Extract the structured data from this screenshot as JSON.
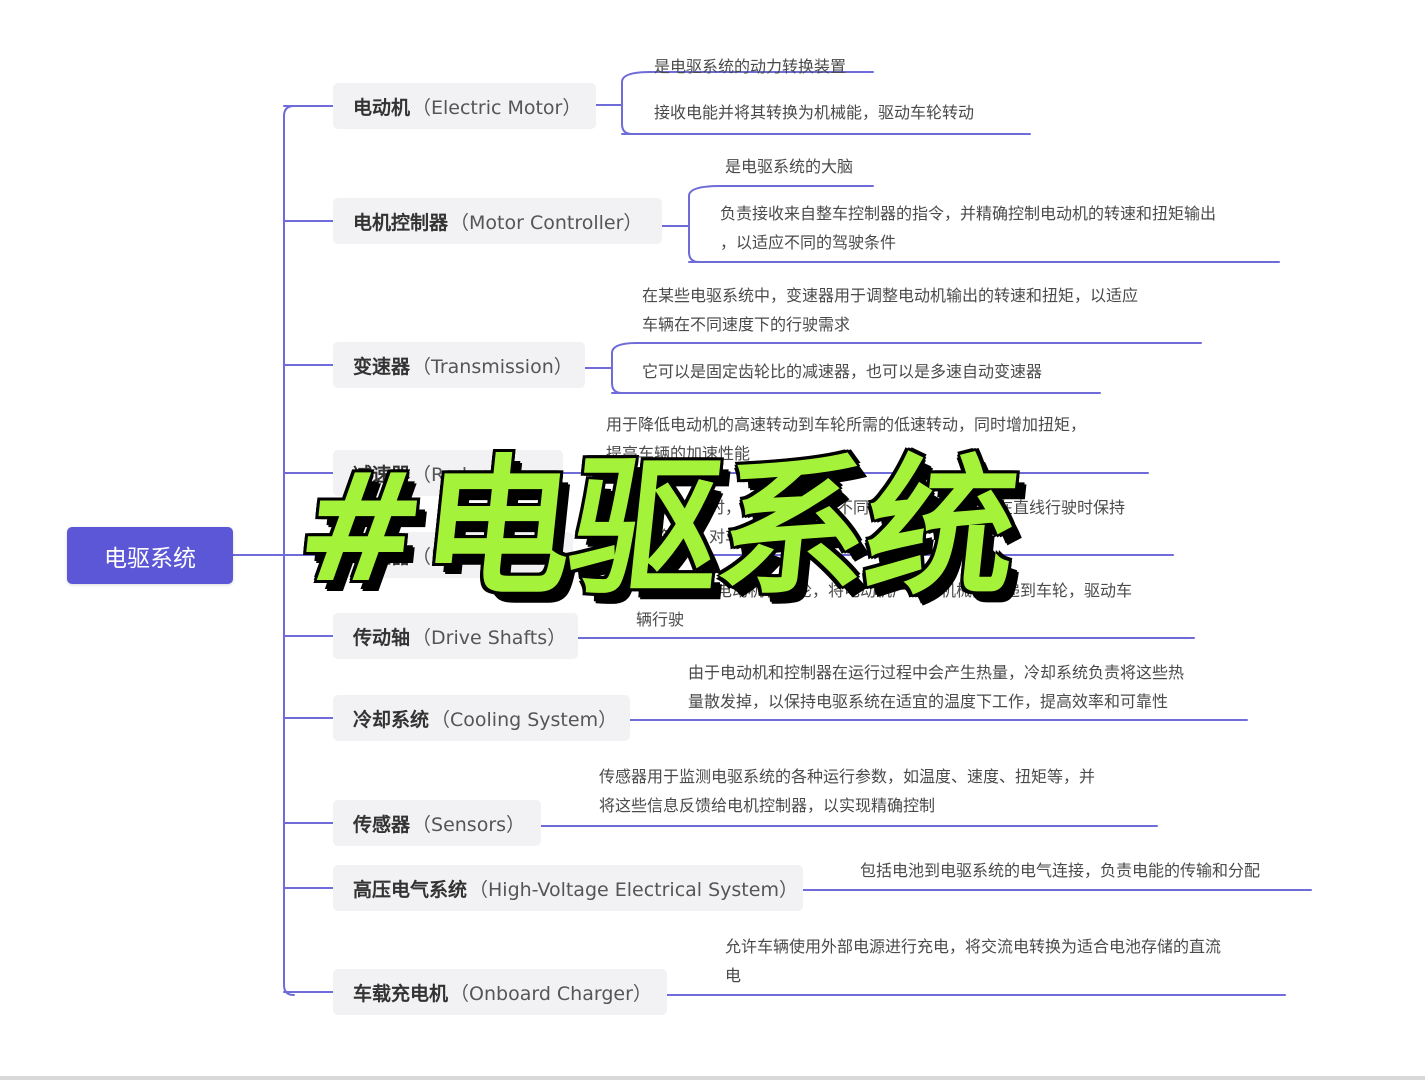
{
  "root": {
    "label": "电驱系统"
  },
  "overlay_title": "#电驱系统",
  "colors": {
    "accent": "#5b57d6",
    "connector": "#6f6bd8",
    "overlay_text": "#a5f23a",
    "node_bg": "#f2f2f4"
  },
  "branches": [
    {
      "zh": "电动机",
      "en": "（Electric Motor）",
      "descriptions": [
        [
          "是电驱系统的动力转换装置"
        ],
        [
          "接收电能并将其转换为机械能，驱动车轮转动"
        ]
      ]
    },
    {
      "zh": "电机控制器",
      "en": "（Motor Controller）",
      "descriptions": [
        [
          "是电驱系统的大脑"
        ],
        [
          "负责接收来自整车控制器的指令，并精确控制电动机的转速和扭矩输出",
          "，以适应不同的驾驶条件"
        ]
      ]
    },
    {
      "zh": "变速器",
      "en": "（Transmission）",
      "descriptions": [
        [
          "在某些电驱系统中，变速器用于调整电动机输出的转速和扭矩，以适应",
          "车辆在不同速度下的行驶需求"
        ],
        [
          "它可以是固定齿轮比的减速器，也可以是多速自动变速器"
        ]
      ]
    },
    {
      "zh": "减速器",
      "en": "（Reducer）",
      "descriptions": [
        [
          "用于降低电动机的高速转动到车轮所需的低速转动，同时增加扭矩，",
          "提高车辆的加速性能"
        ]
      ]
    },
    {
      "zh": "差速器",
      "en": "（Differential）",
      "descriptions": [
        [
          "在车辆转弯时，允许左右轮以不同的速度旋转，同时在直线行驶时保持",
          "两轮等速，对车辆操控至关重要"
        ]
      ]
    },
    {
      "zh": "传动轴",
      "en": "（Drive Shafts）",
      "descriptions": [
        [
          "传动轴连接电动机和车轮，将电动机产生的机械能传递到车轮，驱动车",
          "辆行驶"
        ]
      ]
    },
    {
      "zh": "冷却系统",
      "en": "（Cooling System）",
      "descriptions": [
        [
          "由于电动机和控制器在运行过程中会产生热量，冷却系统负责将这些热",
          "量散发掉，以保持电驱系统在适宜的温度下工作，提高效率和可靠性"
        ]
      ]
    },
    {
      "zh": "传感器",
      "en": "（Sensors）",
      "descriptions": [
        [
          "传感器用于监测电驱系统的各种运行参数，如温度、速度、扭矩等，并",
          "将这些信息反馈给电机控制器，以实现精确控制"
        ]
      ]
    },
    {
      "zh": "高压电气系统",
      "en": "（High-Voltage Electrical System）",
      "descriptions": [
        [
          "包括电池到电驱系统的电气连接，负责电能的传输和分配"
        ]
      ]
    },
    {
      "zh": "车载充电机",
      "en": "（Onboard Charger）",
      "descriptions": [
        [
          "允许车辆使用外部电源进行充电，将交流电转换为适合电池存储的直流",
          "电"
        ]
      ]
    }
  ]
}
